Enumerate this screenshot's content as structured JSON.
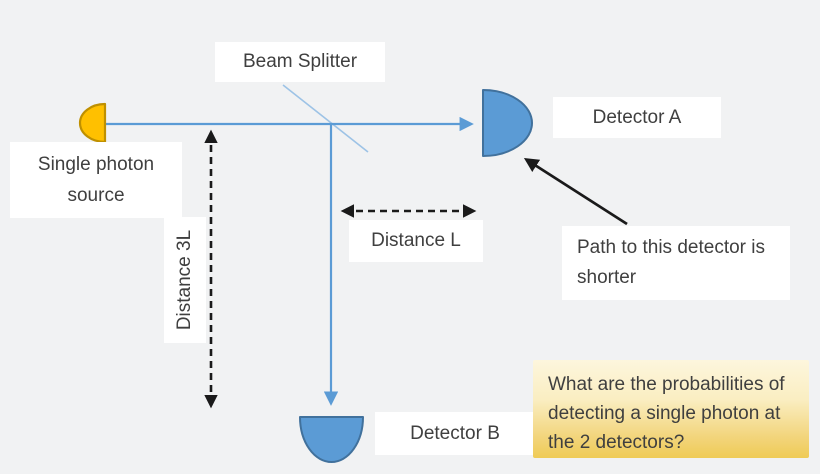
{
  "labels": {
    "beam_splitter": "Beam Splitter",
    "single_photon_source": "Single photon source",
    "distance_3l": "Distance 3L",
    "distance_l": "Distance L",
    "detector_a": "Detector A",
    "detector_b": "Detector B",
    "path_note": "Path to this detector is shorter",
    "question": "What are the probabilities of detecting a single photon at the 2 detectors?"
  },
  "icons": {
    "photon_source": "half-disc-shape",
    "detector_a": "half-disc-shape",
    "detector_b": "half-disc-shape"
  },
  "colors": {
    "background": "#F1F2F3",
    "beam_blue": "#5B9BD5",
    "splitter_light_blue": "#9DC3E6",
    "detector_fill": "#5B9BD5",
    "detector_stroke": "#41719C",
    "source_fill": "#FFC000",
    "source_stroke": "#BF9000",
    "text": "#3F3F3F",
    "annotation_black": "#1A1A1A",
    "question_box_top": "#FDF6DD",
    "question_box_bottom": "#EFCB55",
    "label_box": "#FFFFFF"
  }
}
